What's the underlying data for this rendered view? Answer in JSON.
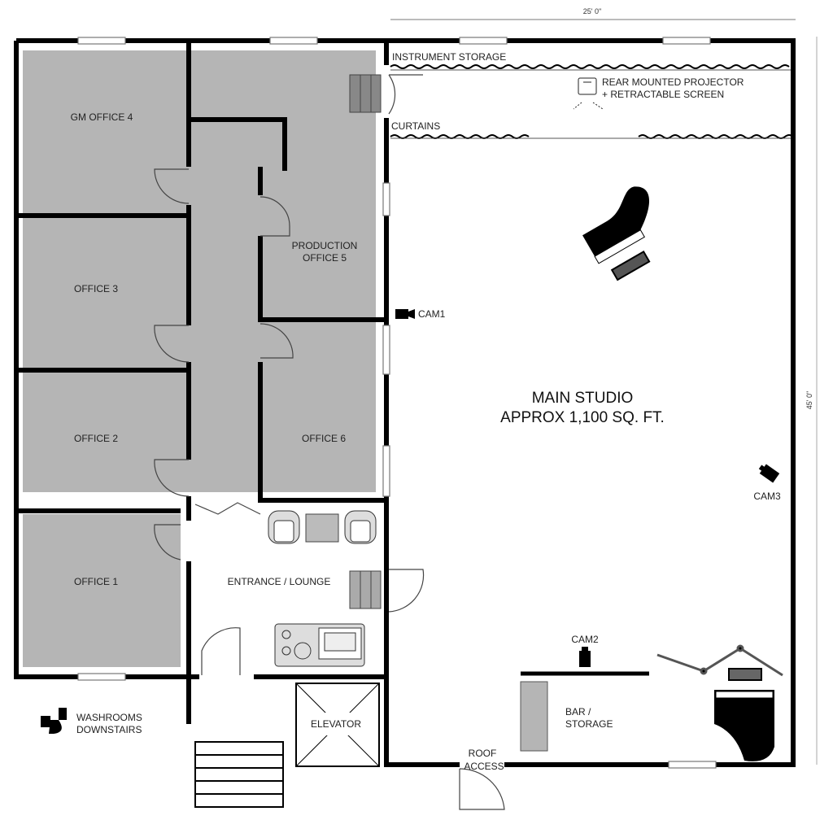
{
  "dimensions": {
    "width": "25' 0\"",
    "height": "45' 0\""
  },
  "rooms": {
    "gm_office_4": "GM OFFICE 4",
    "office_3": "OFFICE 3",
    "office_2": "OFFICE 2",
    "office_1": "OFFICE 1",
    "production_office_line1": "PRODUCTION",
    "production_office_line2": "OFFICE 5",
    "office_6": "OFFICE 6",
    "entrance": "ENTRANCE / LOUNGE",
    "elevator": "ELEVATOR",
    "washrooms_line1": "WASHROOMS",
    "washrooms_line2": "DOWNSTAIRS",
    "instrument_storage": "INSTRUMENT STORAGE",
    "curtains": "CURTAINS",
    "projector_line1": "REAR MOUNTED PROJECTOR",
    "projector_line2": "+ RETRACTABLE SCREEN",
    "main_studio_line1": "MAIN STUDIO",
    "main_studio_line2": "APPROX 1,100 SQ. FT.",
    "bar_line1": "BAR /",
    "bar_line2": "STORAGE",
    "roof_line1": "ROOF",
    "roof_line2": "ACCESS"
  },
  "cameras": {
    "cam1": "CAM1",
    "cam2": "CAM2",
    "cam3": "CAM3"
  }
}
